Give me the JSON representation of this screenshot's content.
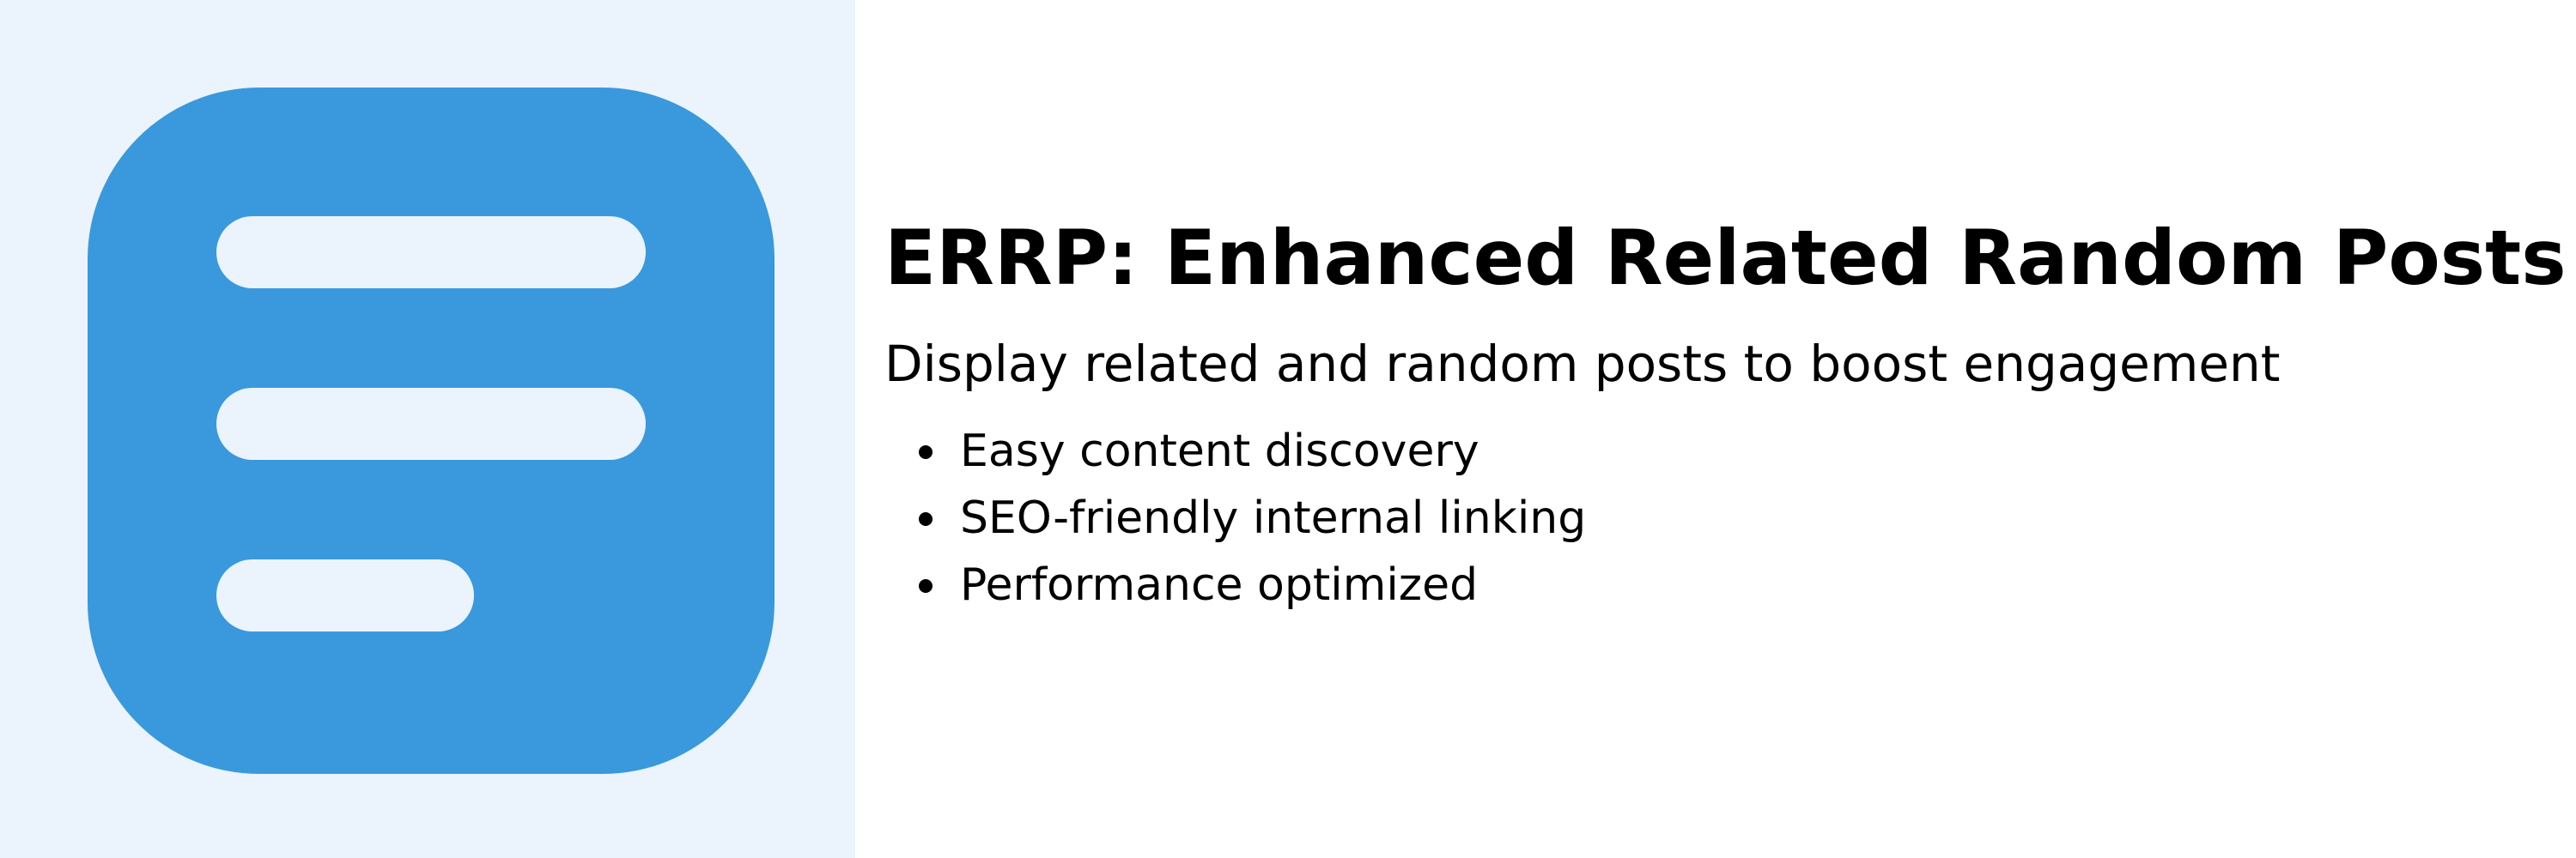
{
  "colors": {
    "panel_background": "#ebf4fc",
    "icon_blue": "#3a99dc",
    "text": "#000000"
  },
  "icon": {
    "name": "document-lines-icon"
  },
  "header": {
    "title": "ERRP: Enhanced Related Random Posts",
    "subtitle": "Display related and random posts to boost engagement"
  },
  "features": [
    {
      "label": "Easy content discovery"
    },
    {
      "label": "SEO-friendly internal linking"
    },
    {
      "label": "Performance optimized"
    }
  ]
}
